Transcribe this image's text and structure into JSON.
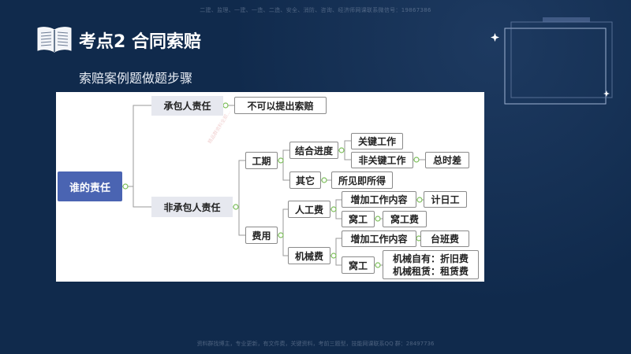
{
  "header": {
    "title": "考点2  合同索赔",
    "subtitle": "索赔案例题做题步骤"
  },
  "watermarks": {
    "top": "二建、监理、一建、一造、二造、安全、消防、咨询、经济师网课联系微信号：19867386",
    "bottom": "资料群找博主，专业更新，有文件费，关键资料，考前三题型，技能网课联系QQ 群：28497736",
    "diagram": "精品群资料全部…"
  },
  "mindmap": {
    "root": "谁的责任",
    "contractor": {
      "label": "承包人责任",
      "result": "不可以提出索赔"
    },
    "non_contractor": {
      "label": "非承包人责任",
      "schedule": {
        "label": "工期",
        "progress": {
          "label": "结合进度",
          "critical": "关键工作",
          "non_critical": "非关键工作",
          "total_float": "总时差"
        },
        "other": {
          "label": "其它",
          "result": "所见即所得"
        }
      },
      "cost": {
        "label": "费用",
        "labor": {
          "label": "人工费",
          "added_work": "增加工作内容",
          "added_work_result": "计日工",
          "idle": "窝工",
          "idle_result": "窝工费"
        },
        "machinery": {
          "label": "机械费",
          "added_work": "增加工作内容",
          "added_work_result": "台班费",
          "idle": "窝工",
          "idle_result_owned": "机械自有：折旧费",
          "idle_result_rented": "机械租赁：租赁费"
        }
      }
    }
  },
  "colors": {
    "background": "#102a4c",
    "root_node": "#4a64b2",
    "connector_dot": "#7cbf5a",
    "connector_line": "#9a9a9a"
  }
}
